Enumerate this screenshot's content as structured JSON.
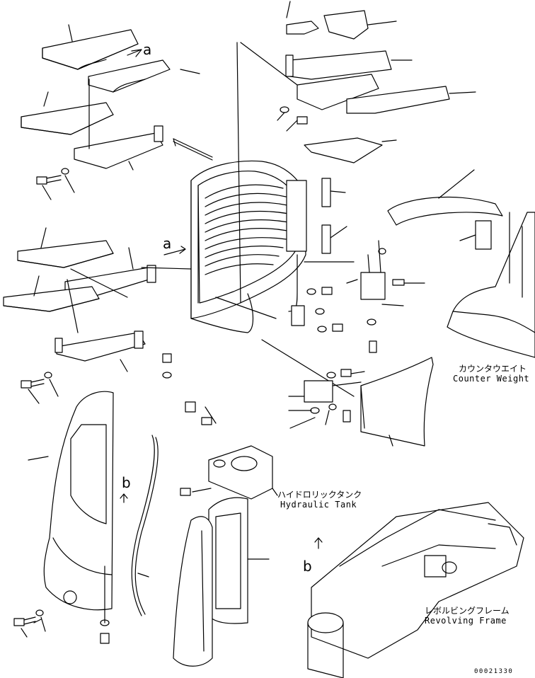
{
  "labels": {
    "counterweight": {
      "jp": "カウンタウエイト",
      "en": "Counter Weight"
    },
    "hydraulic_tank": {
      "jp": "ハイドロリックタンク",
      "en": "Hydraulic Tank"
    },
    "revolving_frame": {
      "jp": "レボルビングフレーム",
      "en": "Revolving Frame"
    }
  },
  "callouts": {
    "a_top": "a",
    "a_left": "a",
    "b_mid": "b",
    "b_right": "b"
  },
  "drawing_code": "00021330",
  "colors": {
    "line": "#000000",
    "background": "#ffffff"
  }
}
